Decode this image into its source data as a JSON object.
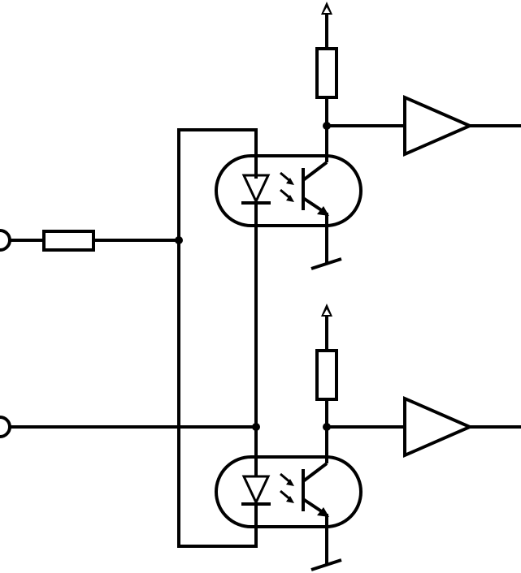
{
  "diagram": {
    "type": "circuit-schematic",
    "stroke_color": "#000000",
    "background": "#ffffff",
    "channels": [
      {
        "id": "channel-1",
        "components": [
          "input-terminal",
          "series-resistor",
          "optocoupler",
          "pull-up-resistor",
          "supply-arrow",
          "ground",
          "buffer"
        ]
      },
      {
        "id": "channel-2",
        "components": [
          "input-terminal",
          "optocoupler",
          "pull-up-resistor",
          "supply-arrow",
          "ground",
          "buffer"
        ]
      }
    ]
  }
}
